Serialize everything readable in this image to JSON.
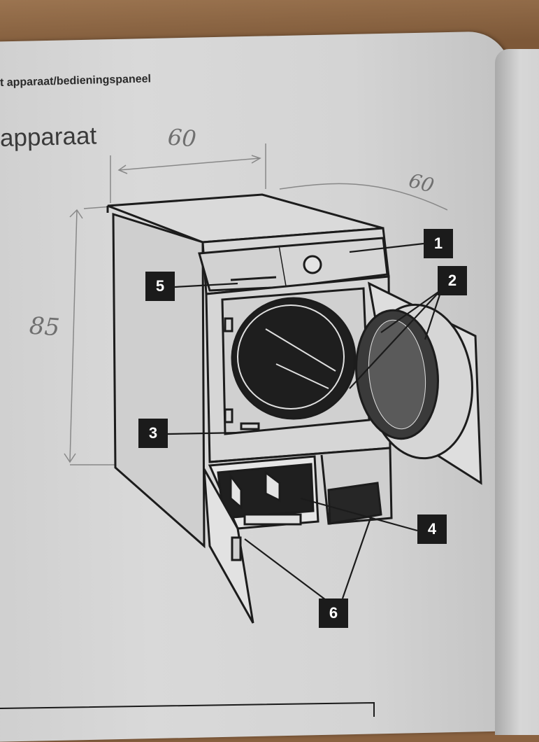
{
  "page": {
    "header": "t apparaat/bedieningspaneel",
    "section_title": "apparaat"
  },
  "handwriting": {
    "width": "60",
    "depth": "60",
    "height": "85"
  },
  "callouts": [
    "1",
    "2",
    "3",
    "4",
    "5",
    "6"
  ],
  "colors": {
    "paper": "#d6d6d6",
    "ink": "#1b1b1b",
    "desk": "#7d5838"
  },
  "icons": [
    "dryer-illustration"
  ]
}
